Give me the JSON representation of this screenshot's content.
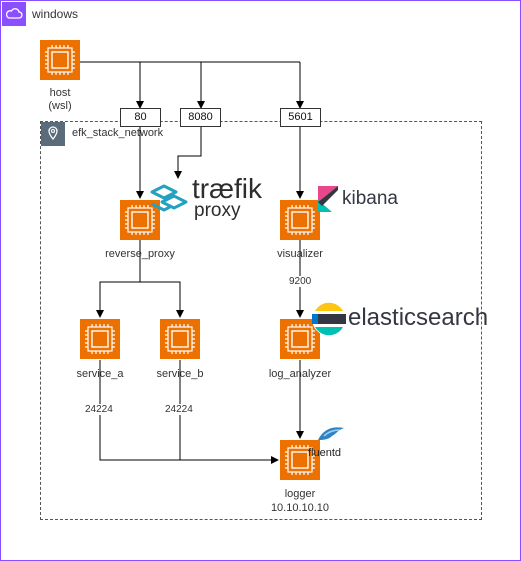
{
  "window": {
    "title": "windows"
  },
  "network": {
    "label": "efk_stack_network"
  },
  "ports": {
    "p80": "80",
    "p8080": "8080",
    "p5601": "5601"
  },
  "nodes": {
    "host": {
      "label_line1": "host",
      "label_line2": "(wsl)"
    },
    "reverse_proxy": {
      "label": "reverse_proxy"
    },
    "visualizer": {
      "label": "visualizer"
    },
    "service_a": {
      "label": "service_a"
    },
    "service_b": {
      "label": "service_b"
    },
    "log_analyzer": {
      "label": "log_analyzer"
    },
    "logger": {
      "label_line1": "logger",
      "label_line2": "10.10.10.10"
    }
  },
  "edge_labels": {
    "vis_to_es": "9200",
    "svc_a_to_logger": "24224",
    "svc_b_to_logger": "24224"
  },
  "logos": {
    "traefik": {
      "line1": "træfik",
      "line2": "proxy"
    },
    "kibana": "kibana",
    "elasticsearch": "elasticsearch",
    "fluentd": "fluentd"
  },
  "colors": {
    "node": "#ed7100",
    "frame": "#8c4fff",
    "line": "#000000"
  }
}
